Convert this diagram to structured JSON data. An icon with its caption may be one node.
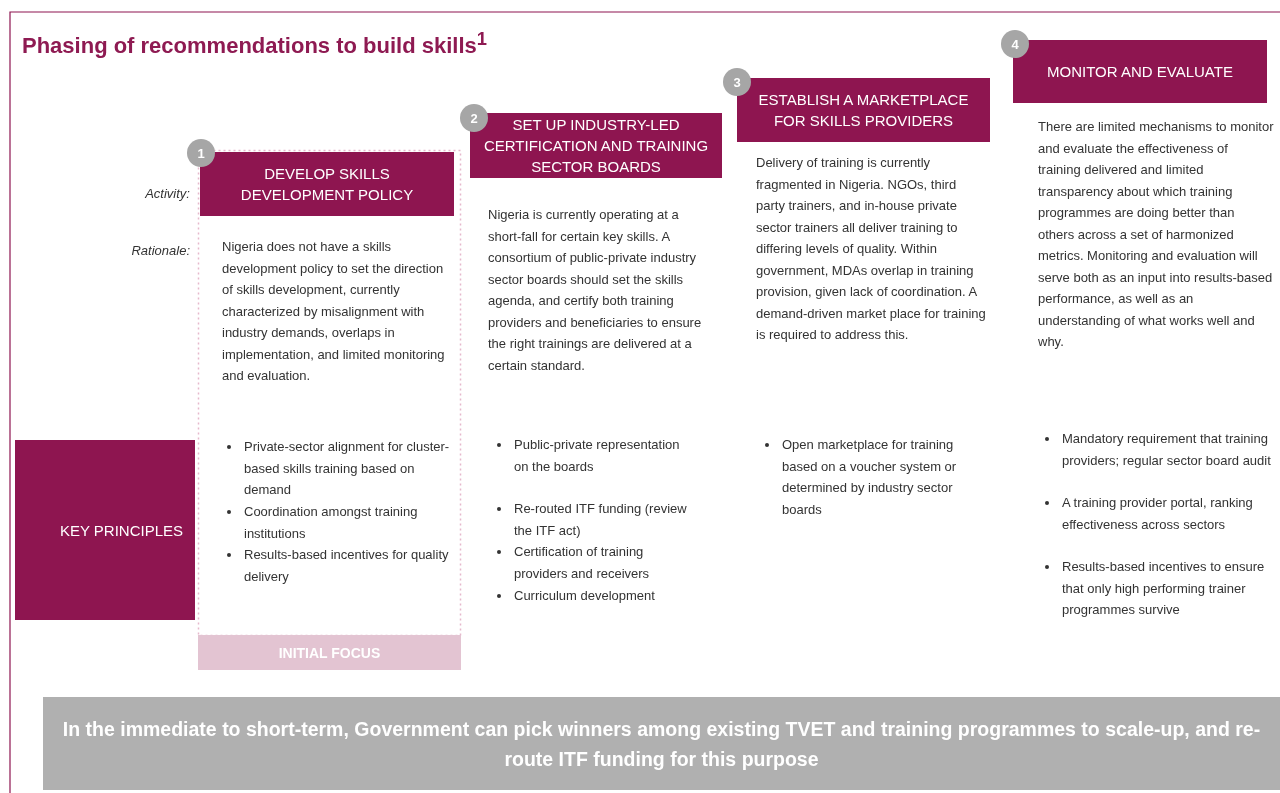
{
  "diagram": {
    "title": "Phasing of recommendations to build skills$^{1}$",
    "nodes": [
      {
        "text": [
          "1"
        ]
      },
      {
        "text": [
          "DEVELOP SKILLS DEVELOPMENT POLICY"
        ]
      },
      {
        "text": [
          "2"
        ]
      },
      {
        "text": [
          "SET UP INDUSTRY-LED CERTIFICATION AND TRAINING SECTOR BOARDS"
        ]
      },
      {
        "text": [
          "3"
        ]
      },
      {
        "text": [
          "ESTABLISH A MARKETPLACE FOR SKILLS PROVIDERS"
        ]
      },
      {
        "text": [
          "4"
        ]
      },
      {
        "text": [
          "MONITOR AND EVALUATE"
        ]
      },
      {
        "text": [
          "KEY PRINCIPLES"
        ]
      },
      {
        "text": [
          "INITIAL FOCUS"
        ]
      },
      {
        "text": [
          "In the immediate to short-term, Government can pick winners among existing TVET and training programmes to scale-up, and re-route ITF funding for this purpose"
        ]
      }
    ],
    "edges": [],
    "labels": [
      "Activity:",
      "Rationale:",
      "Nigeria does not have a skills development policy to set the direction of skills development, currently characterized by misalignment with industry demands, overlaps in implementation, and limited monitoring and evaluation.",
      "Nigeria is currently operating at a short-fall for certain key skills. A consortium of public-private industry sector boards should set the skills agenda, and certify both training providers and beneficiaries to ensure the right trainings are delivered at a certain standard.",
      "Delivery of training is currently fragmented in Nigeria. NGOs, third party trainers, and in-house private sector trainers all deliver training to differing levels of quality. Within government, MDAs overlap in training provision, given lack of coordination. A demand-driven market place for training is required to address this.",
      "There are limited mechanisms to monitor and evaluate the effectiveness of training delivered and limited transparency about which training programmes are doing better than others across a set of harmonized metrics. Monitoring and evaluation will serve both as an input into results-based performance, as well as an understanding of what works well and why.",
      "Private-sector alignment for cluster-based skills training based on demand",
      "Coordination amongst training institutions",
      "Results-based incentives for quality delivery",
      "Public-private representation on the boards",
      "Re-routed ITF funding (review the ITF act)",
      "Certification of training providers and receivers",
      "Curriculum development",
      "Open marketplace for training based on a voucher system or determined by industry sector boards",
      "Mandatory requirement that training providers; regular sector board audit",
      "A training provider portal, ranking effectiveness across sectors",
      "Results-based incentives to ensure that only high performing trainer programmes survive"
    ]
  }
}
